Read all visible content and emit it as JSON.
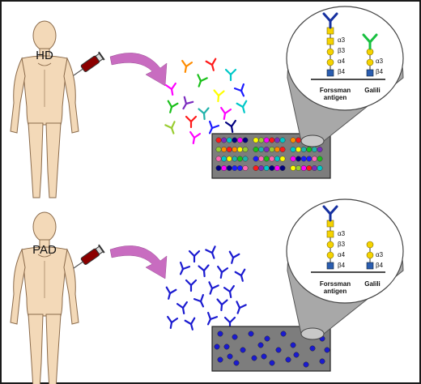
{
  "panels": [
    {
      "subject_label": "HD",
      "forssman": {
        "linkages": [
          "α3",
          "β3",
          "α4",
          "β4"
        ],
        "label_line1": "Forssman",
        "label_line2": "antigen"
      },
      "galili": {
        "linkages": [
          "α3",
          "β4"
        ],
        "label": "Galili"
      },
      "antibodies": "multicolor",
      "array": "multicolor"
    },
    {
      "subject_label": "PAD",
      "forssman": {
        "linkages": [
          "α3",
          "β3",
          "α4",
          "β4"
        ],
        "label_line1": "Forssman",
        "label_line2": "antigen"
      },
      "galili": {
        "linkages": [
          "α3",
          "β4"
        ],
        "label": "Galili"
      },
      "antibodies": "blue-only",
      "array": "blue-only"
    }
  ],
  "colors": {
    "frame": "#1a1a1a",
    "skin": "#f3d9b8",
    "skin_line": "#8a6a4a",
    "arrow": "#c86cc0",
    "array_bg": "#7d7d7d",
    "galnac_square": "#f5d300",
    "galactose_circle": "#f5d300",
    "glcnac_square": "#2a5db0",
    "antibody_blue": "#1a1ad0",
    "antibody_green": "#18c040",
    "antibody_navy": "#1530a0",
    "blood": "#8b0000",
    "spot_palette": [
      "#ff1a1a",
      "#1a1aff",
      "#1ac01a",
      "#ffff00",
      "#ff00ff",
      "#00c8c8",
      "#ff8c00",
      "#7b2cbf",
      "#ff69b4",
      "#20b2aa",
      "#9acd32",
      "#000080"
    ]
  }
}
